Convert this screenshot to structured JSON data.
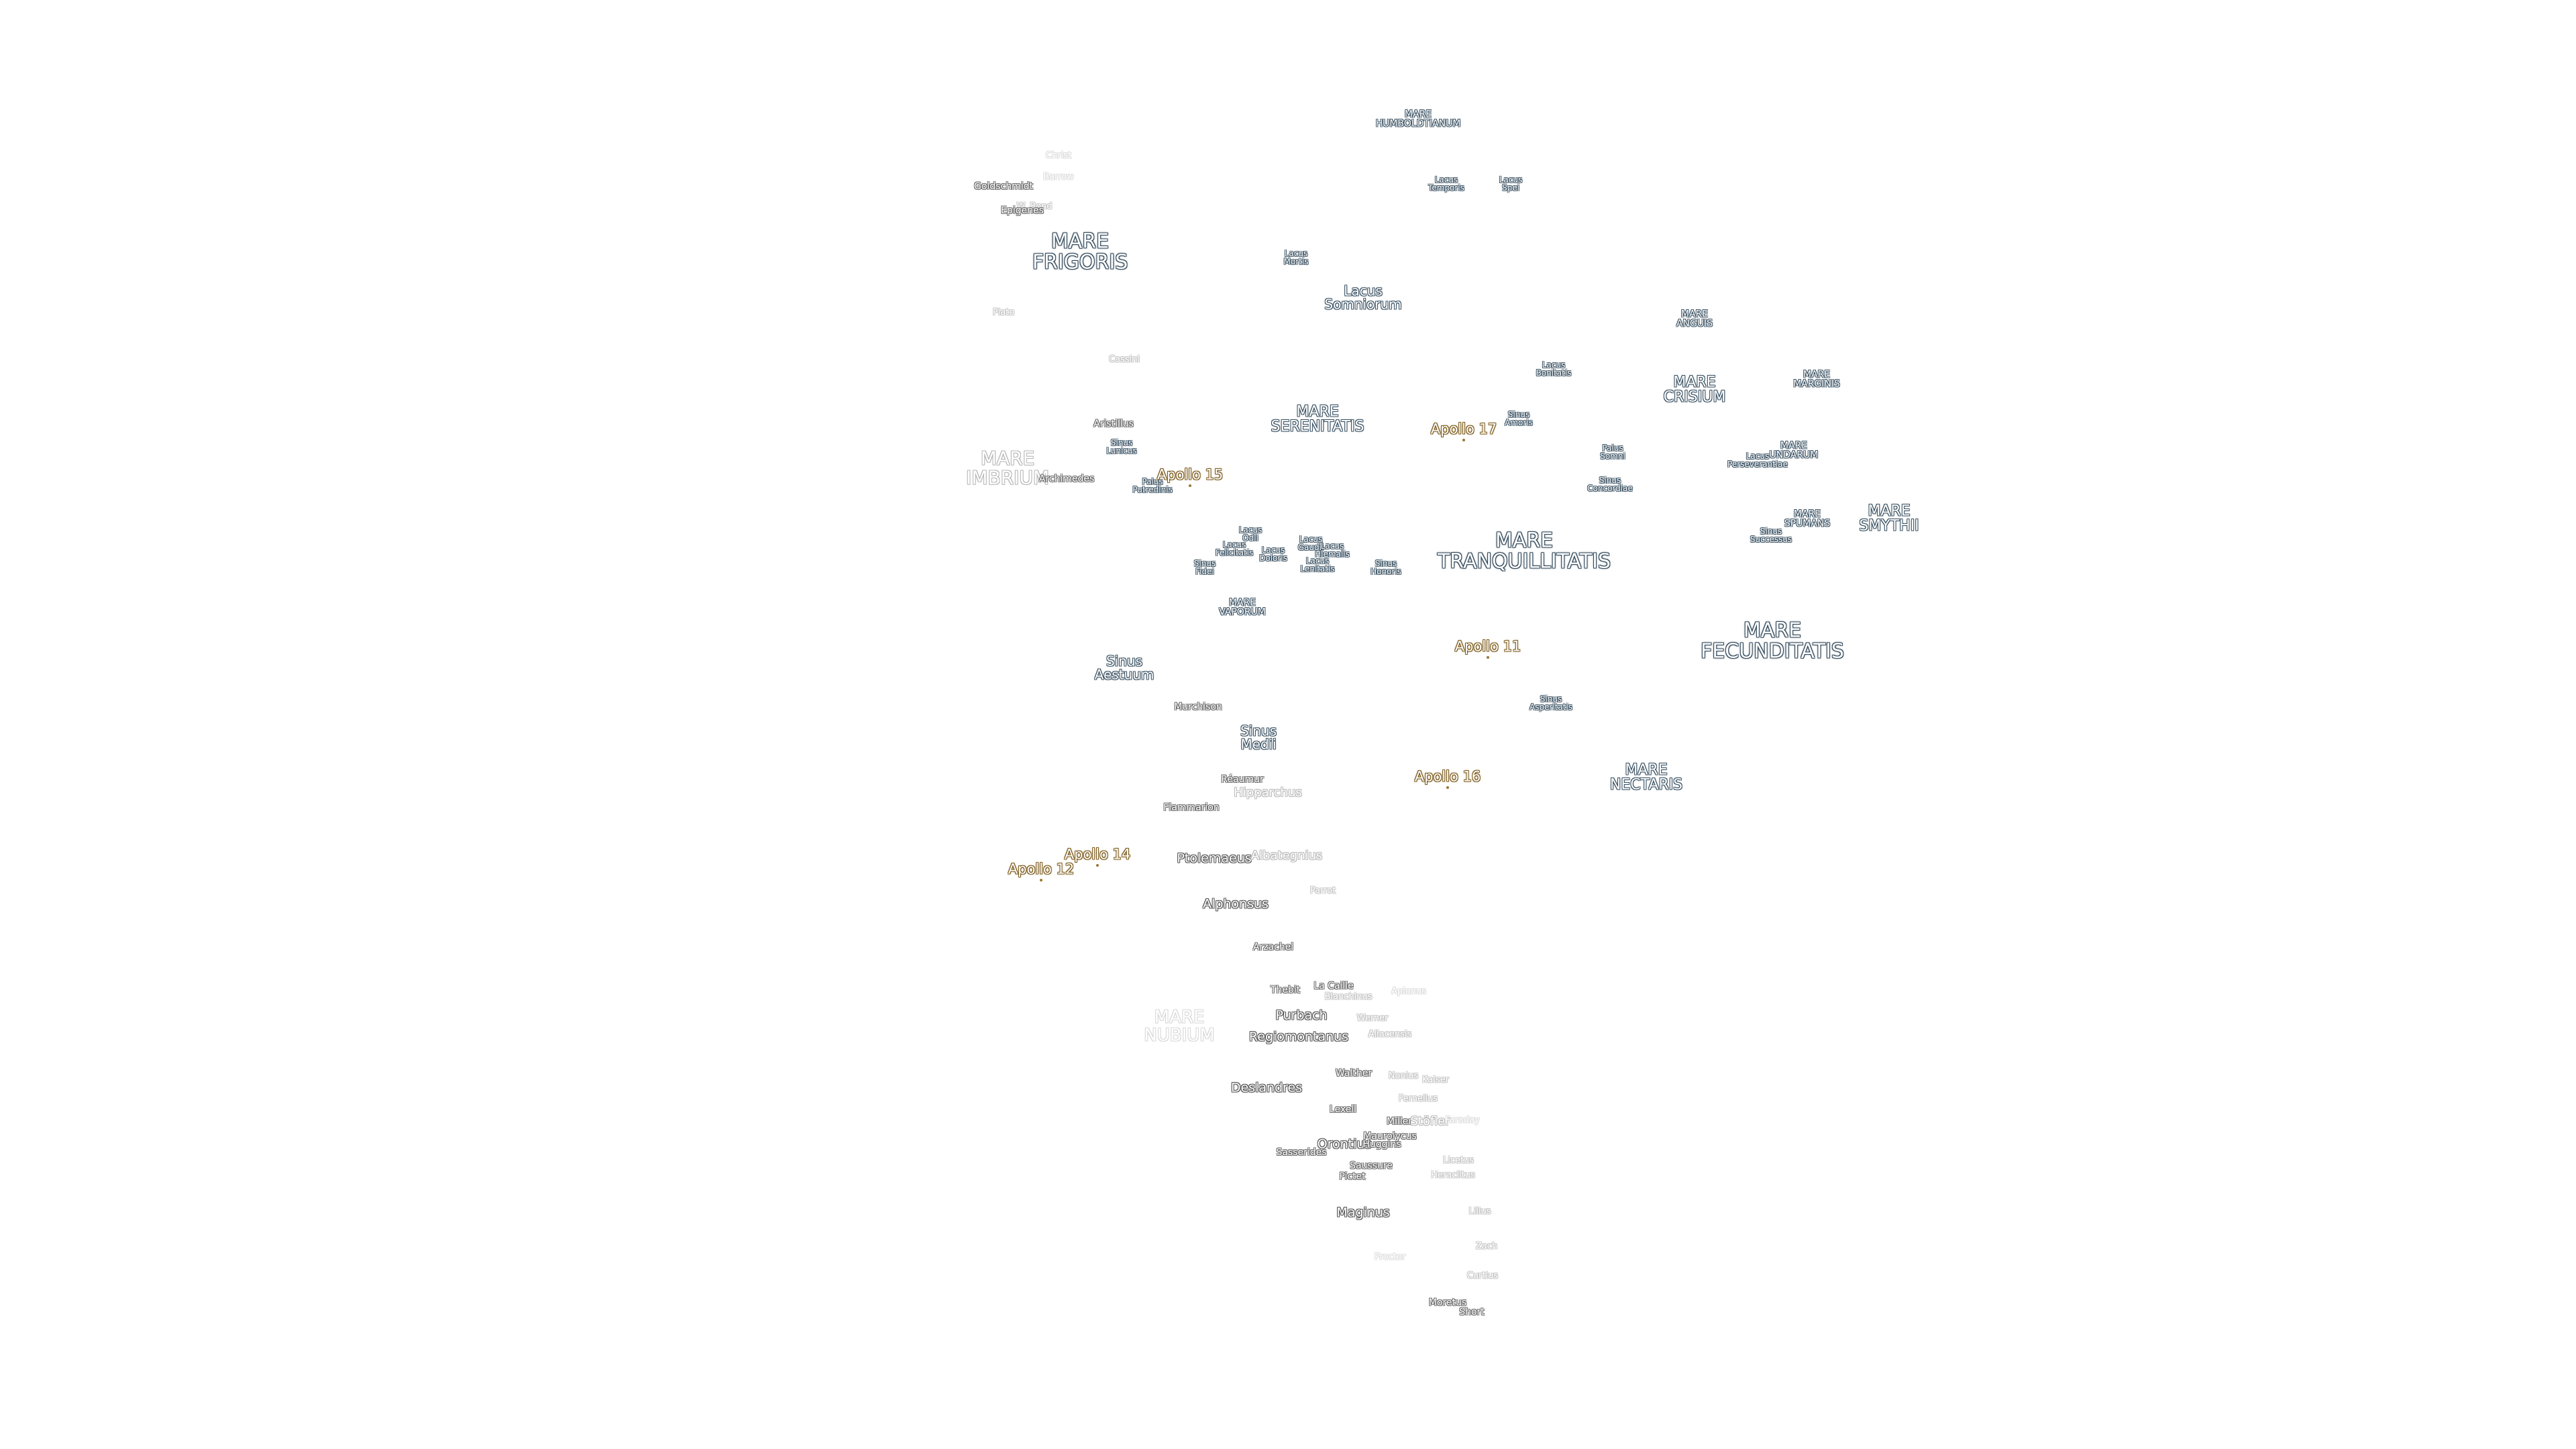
{
  "map": {
    "maria": [
      {
        "id": "mare-humboldtianum",
        "text": "MARE\nHUMBOLDTIANUM"
      },
      {
        "id": "mare-frigoris",
        "text": "MARE\nFRIGORIS"
      },
      {
        "id": "mare-serenitatis",
        "text": "MARE\nSERENITATIS"
      },
      {
        "id": "mare-crisium",
        "text": "MARE\nCRISIUM"
      },
      {
        "id": "mare-marginis",
        "text": "MARE\nMARGINIS"
      },
      {
        "id": "mare-anguis",
        "text": "MARE\nANGUIS"
      },
      {
        "id": "mare-undarum",
        "text": "MARE\nUNDARUM"
      },
      {
        "id": "mare-spumans",
        "text": "MARE\nSPUMANS"
      },
      {
        "id": "mare-smythii",
        "text": "MARE\nSMYTHII"
      },
      {
        "id": "mare-tranquillitatis",
        "text": "MARE\nTRANQUILLITATIS"
      },
      {
        "id": "mare-vaporum",
        "text": "MARE\nVAPORUM"
      },
      {
        "id": "mare-fecunditatis",
        "text": "MARE\nFECUNDITATIS"
      },
      {
        "id": "mare-nectaris",
        "text": "MARE\nNECTARIS"
      },
      {
        "id": "mare-imbrium",
        "text": "MARE\nIMBRIUM"
      },
      {
        "id": "mare-nubium",
        "text": "MARE\nNUBIUM"
      }
    ],
    "lakes_bays": [
      {
        "id": "lacus-temporis",
        "text": "Lacus\nTemporis"
      },
      {
        "id": "lacus-spei",
        "text": "Lacus\nSpei"
      },
      {
        "id": "lacus-mortis",
        "text": "Lacus\nMortis"
      },
      {
        "id": "lacus-somniorum",
        "text": "Lacus\nSomniorum"
      },
      {
        "id": "lacus-bonitatis",
        "text": "Lacus\nBonitatis"
      },
      {
        "id": "sinus-amoris",
        "text": "Sinus\nAmoris"
      },
      {
        "id": "palus-somni",
        "text": "Palus\nSomni"
      },
      {
        "id": "sinus-concordiae",
        "text": "Sinus\nConcordiae"
      },
      {
        "id": "lacus-perseverantiae",
        "text": "Lacus\nPerseverantiae"
      },
      {
        "id": "sinus-successus",
        "text": "Sinus\nSuccessus"
      },
      {
        "id": "sinus-lunicus",
        "text": "Sinus\nLunicus"
      },
      {
        "id": "palus-putredinis",
        "text": "Palus\nPutredinis"
      },
      {
        "id": "lacus-odii",
        "text": "Lacus\nOdii"
      },
      {
        "id": "lacus-felicitatis",
        "text": "Lacus\nFelicitatis"
      },
      {
        "id": "lacus-doloris",
        "text": "Lacus\nDoloris"
      },
      {
        "id": "lacus-gaudii",
        "text": "Lacus\nGaudii"
      },
      {
        "id": "lacus-hiemalis",
        "text": "Lacus\nHiemalis"
      },
      {
        "id": "lacus-lenitatis",
        "text": "Lacus\nLenitatis"
      },
      {
        "id": "sinus-fidei",
        "text": "Sinus\nFidei"
      },
      {
        "id": "sinus-honoris",
        "text": "Sinus\nHonoris"
      },
      {
        "id": "sinus-aestuum",
        "text": "Sinus\nAestuum"
      },
      {
        "id": "sinus-medii",
        "text": "Sinus\nMedii"
      },
      {
        "id": "sinus-asperitatis",
        "text": "Sinus\nAsperitatis"
      }
    ],
    "apollo_sites": [
      {
        "id": "apollo-17",
        "text": "Apollo 17"
      },
      {
        "id": "apollo-15",
        "text": "Apollo 15"
      },
      {
        "id": "apollo-11",
        "text": "Apollo 11"
      },
      {
        "id": "apollo-16",
        "text": "Apollo 16"
      },
      {
        "id": "apollo-14",
        "text": "Apollo 14"
      },
      {
        "id": "apollo-12",
        "text": "Apollo 12"
      }
    ],
    "craters": [
      {
        "id": "goldschmidt",
        "text": "Goldschmidt"
      },
      {
        "id": "w-bond",
        "text": "W. Bond"
      },
      {
        "id": "epigenes",
        "text": "Epigenes"
      },
      {
        "id": "barrow",
        "text": "Barrow"
      },
      {
        "id": "christ",
        "text": "Christ"
      },
      {
        "id": "plato",
        "text": "Plato"
      },
      {
        "id": "cassini",
        "text": "Cassini"
      },
      {
        "id": "aristillus",
        "text": "Aristillus"
      },
      {
        "id": "archimedes",
        "text": "Archimedes"
      },
      {
        "id": "murchison",
        "text": "Murchison"
      },
      {
        "id": "reaumur",
        "text": "Réaumur"
      },
      {
        "id": "hipparchus",
        "text": "Hipparchus"
      },
      {
        "id": "flammarion",
        "text": "Flammarion"
      },
      {
        "id": "ptolemaeus",
        "text": "Ptolemaeus"
      },
      {
        "id": "albategnius",
        "text": "Albategnius"
      },
      {
        "id": "parrot",
        "text": "Parrot"
      },
      {
        "id": "alphonsus",
        "text": "Alphonsus"
      },
      {
        "id": "arzachel",
        "text": "Arzachel"
      },
      {
        "id": "thebit",
        "text": "Thebit"
      },
      {
        "id": "la-caille",
        "text": "La Caille"
      },
      {
        "id": "blanchinus",
        "text": "Blanchinus"
      },
      {
        "id": "apianus",
        "text": "Apianus"
      },
      {
        "id": "purbach",
        "text": "Purbach"
      },
      {
        "id": "werner",
        "text": "Werner"
      },
      {
        "id": "regiomontanus",
        "text": "Regiomontanus"
      },
      {
        "id": "aliacensis",
        "text": "Aliacensis"
      },
      {
        "id": "walther",
        "text": "Walther"
      },
      {
        "id": "nonius",
        "text": "Nonius"
      },
      {
        "id": "kaiser",
        "text": "Kaiser"
      },
      {
        "id": "deslandres",
        "text": "Deslandres"
      },
      {
        "id": "fernelius",
        "text": "Fernelius"
      },
      {
        "id": "lexell",
        "text": "Lexell"
      },
      {
        "id": "miller",
        "text": "Miller"
      },
      {
        "id": "stofler",
        "text": "Stöfler"
      },
      {
        "id": "faraday",
        "text": "Faraday"
      },
      {
        "id": "orontius",
        "text": "Orontius"
      },
      {
        "id": "huggins",
        "text": "Huggins"
      },
      {
        "id": "maurolycus",
        "text": "Maurolycus"
      },
      {
        "id": "sasserides",
        "text": "Sasserides"
      },
      {
        "id": "saussure",
        "text": "Saussure"
      },
      {
        "id": "licetus",
        "text": "Licetus"
      },
      {
        "id": "pictet",
        "text": "Pictet"
      },
      {
        "id": "heraclitus",
        "text": "Heraclitus"
      },
      {
        "id": "maginus",
        "text": "Maginus"
      },
      {
        "id": "lilius",
        "text": "Lilius"
      },
      {
        "id": "zach",
        "text": "Zach"
      },
      {
        "id": "proctor",
        "text": "Proctor"
      },
      {
        "id": "curtius",
        "text": "Curtius"
      },
      {
        "id": "moretus",
        "text": "Moretus"
      },
      {
        "id": "short",
        "text": "Short"
      }
    ]
  }
}
